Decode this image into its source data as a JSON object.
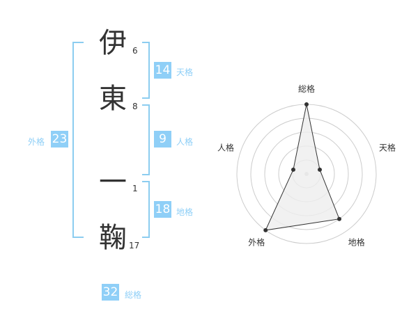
{
  "name_chars": [
    {
      "char": "伊",
      "strokes": "6"
    },
    {
      "char": "東",
      "strokes": "8"
    },
    {
      "char": "一",
      "strokes": "1"
    },
    {
      "char": "鞠",
      "strokes": "17"
    }
  ],
  "kaku": {
    "ten": {
      "value": "14",
      "label": "天格"
    },
    "jin": {
      "value": "9",
      "label": "人格"
    },
    "chi": {
      "value": "18",
      "label": "地格"
    },
    "gai": {
      "value": "23",
      "label": "外格"
    },
    "sou": {
      "value": "32",
      "label": "総格"
    }
  },
  "chart_data": {
    "type": "radar",
    "axes": [
      "総格",
      "天格",
      "地格",
      "外格",
      "人格"
    ],
    "values": [
      5,
      1,
      4,
      5,
      1
    ],
    "max": 5,
    "rings": 5,
    "colors": {
      "fill": "#eeeeee",
      "line": "#333333",
      "grid": "#cccccc"
    }
  }
}
